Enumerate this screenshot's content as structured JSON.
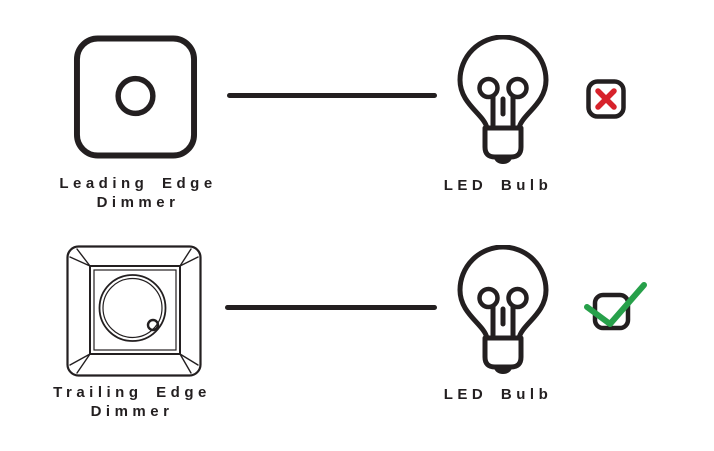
{
  "colors": {
    "ink": "#231f20",
    "cross_red": "#d7222b",
    "check_green": "#27a04a",
    "background": "#ffffff"
  },
  "rows": [
    {
      "device_icon": "leading-edge-dimmer-icon",
      "device_label_line1": "Leading Edge",
      "device_label_line2": "Dimmer",
      "bulb_icon": "led-bulb-icon",
      "bulb_label": "LED Bulb",
      "verdict": "incompatible",
      "verdict_icon": "cross-box-icon"
    },
    {
      "device_icon": "trailing-edge-dimmer-icon",
      "device_label_line1": "Trailing Edge",
      "device_label_line2": "Dimmer",
      "bulb_icon": "led-bulb-icon",
      "bulb_label": "LED Bulb",
      "verdict": "compatible",
      "verdict_icon": "check-box-icon"
    }
  ]
}
